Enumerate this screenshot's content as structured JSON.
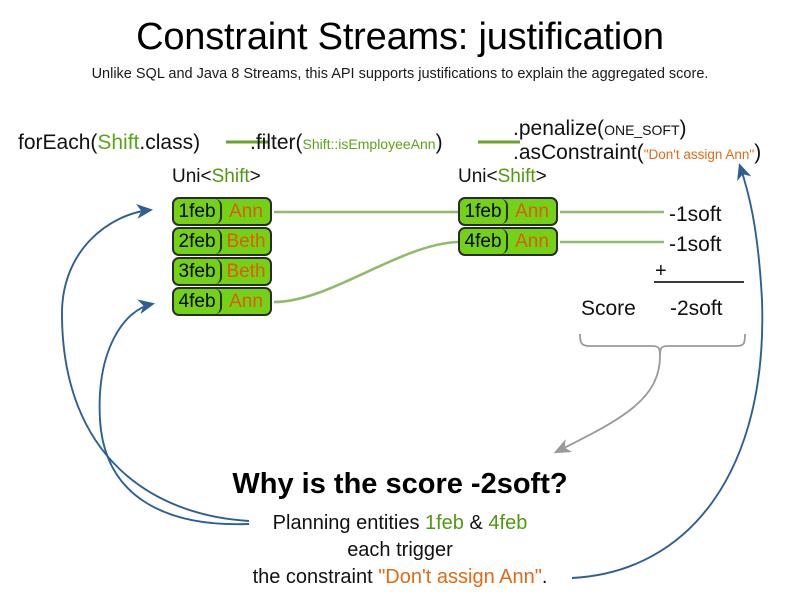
{
  "header": {
    "title": "Constraint Streams: justification",
    "subtitle": "Unlike SQL and Java 8 Streams, this API supports justifications to explain the aggregated score."
  },
  "code_line": {
    "foreach": {
      "prefix": "forEach(",
      "type": "Shift",
      "suffix": ".class)"
    },
    "filter": {
      "prefix": ".filter(",
      "ref": "Shift::isEmployeeAnn",
      "suffix": ")"
    },
    "penalize": {
      "prefix": ".penalize(",
      "arg": "ONE_SOFT",
      "suffix": ")"
    },
    "as_constraint": {
      "prefix": ".asConstraint(",
      "arg": "\"Don't assign Ann\"",
      "suffix": ")"
    }
  },
  "streams": {
    "left": {
      "label_prefix": "Uni<",
      "label_type": "Shift",
      "label_suffix": ">",
      "rows": [
        {
          "date": "1feb",
          "employee": "Ann"
        },
        {
          "date": "2feb",
          "employee": "Beth"
        },
        {
          "date": "3feb",
          "employee": "Beth"
        },
        {
          "date": "4feb",
          "employee": "Ann"
        }
      ]
    },
    "right": {
      "label_prefix": "Uni<",
      "label_type": "Shift",
      "label_suffix": ">",
      "rows": [
        {
          "date": "1feb",
          "employee": "Ann",
          "score": "-1soft"
        },
        {
          "date": "4feb",
          "employee": "Ann",
          "score": "-1soft"
        }
      ]
    }
  },
  "score_block": {
    "plus": "+",
    "label": "Score",
    "total": "-2soft"
  },
  "explanation": {
    "heading": "Why is the score -2soft?",
    "line1_prefix": "Planning entities ",
    "line1_entity_a": "1feb",
    "line1_amp": " & ",
    "line1_entity_b": "4feb",
    "line2": "each trigger",
    "line3_prefix": "the constraint ",
    "line3_constraint": "\"Don't assign Ann\"",
    "line3_suffix": "."
  },
  "colors": {
    "type_green": "#58a618",
    "box_green": "#73d216",
    "employee_orange": "#e05a10",
    "constraint_orange": "#e06b14",
    "connector_green": "#8fbc6a",
    "arrow_blue": "#2d5f96",
    "brace_gray": "#9a9a9a"
  }
}
